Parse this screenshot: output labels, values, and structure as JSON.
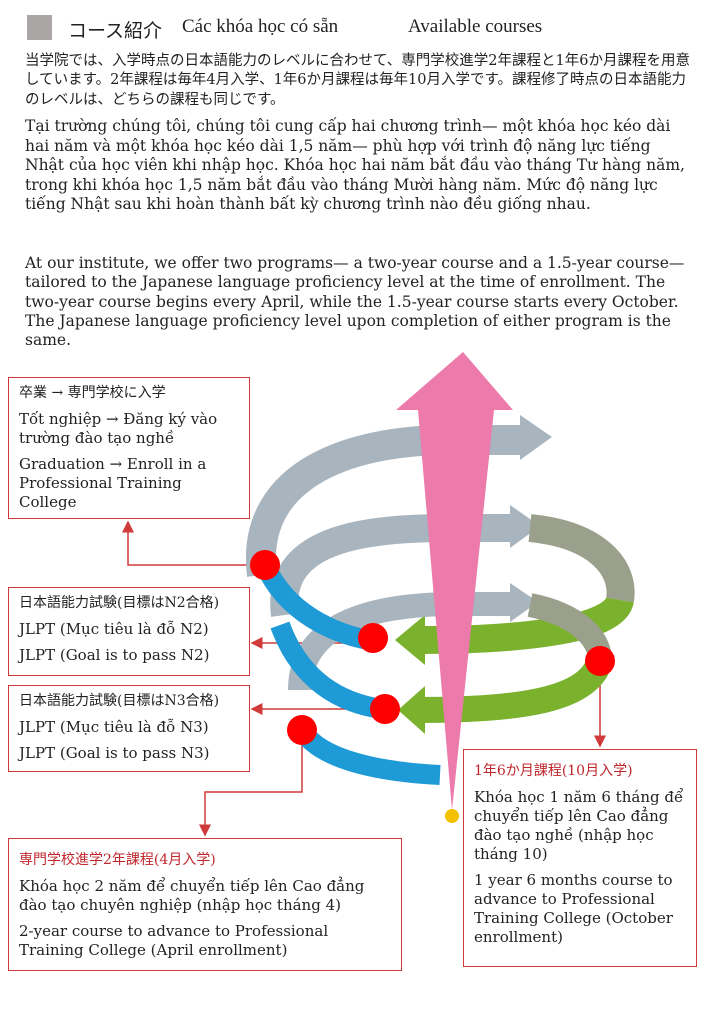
{
  "header": {
    "jp": "コース紹介",
    "vi": "Các khóa học có sẵn",
    "en": "Available courses"
  },
  "intro": {
    "jp": "当学院では、入学時点の日本語能力のレベルに合わせて、専門学校進学2年課程と1年6か月課程を用意しています。2年課程は毎年4月入学、1年6か月課程は毎年10月入学です。課程修了時点の日本語能力のレベルは、どちらの課程も同じです。",
    "vi": "Tại trường chúng tôi, chúng tôi cung cấp hai chương trình— một khóa học kéo dài hai năm và một khóa học kéo dài 1,5 năm— phù hợp với trình độ năng lực tiếng Nhật của học viên khi nhập học. Khóa học hai năm bắt đầu vào tháng Tư hàng năm, trong khi khóa học 1,5 năm bắt đầu vào tháng Mười hàng năm. Mức độ năng lực tiếng Nhật sau khi hoàn thành bất kỳ chương trình nào đều giống nhau.",
    "en": "At our institute, we offer two programs— a two-year course and a 1.5-year course— tailored to the Japanese language proficiency level at the time of enrollment. The two-year course begins every April, while the 1.5-year course starts every October. The Japanese language proficiency level upon completion of either program is the same."
  },
  "boxes": {
    "graduation": {
      "jp": "卒業 → 専門学校に入学",
      "vi": "Tốt nghiệp → Đăng ký vào trường đào tạo nghề",
      "en": "Graduation → Enroll in a Professional Training College"
    },
    "n2": {
      "jp": "日本語能力試験(目標はN2合格)",
      "vi": "JLPT (Mục tiêu là đỗ N2)",
      "en": "JLPT (Goal is to pass N2)"
    },
    "n3": {
      "jp": "日本語能力試験(目標はN3合格)",
      "vi": "JLPT (Mục tiêu là đỗ N3)",
      "en": "JLPT (Goal is to pass N3)"
    },
    "course15": {
      "jp": "1年6か月課程(10月入学)",
      "vi": "Khóa học 1 năm 6 tháng để chuyển tiếp lên Cao đẳng đào tạo nghề (nhập học tháng 10)",
      "en": "1 year 6 months course to advance to Professional Training College (October enrollment)"
    },
    "course2": {
      "jp": "専門学校進学2年課程(4月入学)",
      "vi": "Khóa học 2 năm để chuyển tiếp lên Cao đẳng đào tạo chuyên nghiệp (nhập học tháng 4)",
      "en": "2-year course to advance to Professional Training College (April enrollment)"
    }
  },
  "colors": {
    "pink": "#ec7aab",
    "gray": "#a8b4be",
    "olive": "#9aa08c",
    "green": "#7ab22e",
    "blue": "#1e9ad6",
    "red": "#ff0000",
    "line": "#d03a3a"
  }
}
